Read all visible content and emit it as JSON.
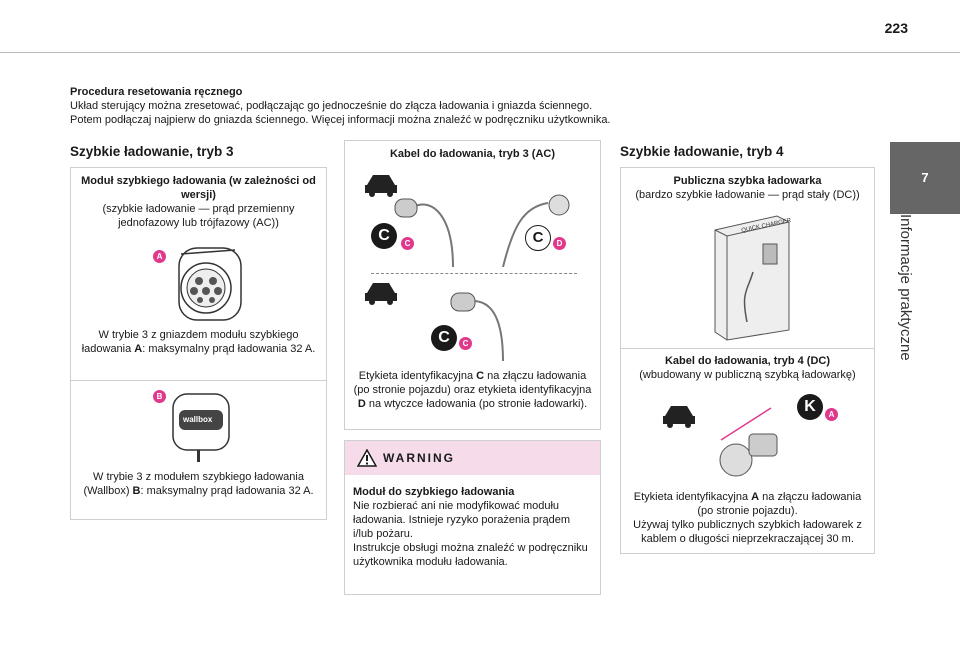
{
  "page_number": "223",
  "chapter": {
    "number": "7",
    "title": "Informacje praktyczne"
  },
  "intro": {
    "heading": "Procedura resetowania ręcznego",
    "line1": "Układ sterujący można zresetować, podłączając go jednocześnie do złącza ładowania i gniazda ściennego.",
    "line2": "Potem podłączaj najpierw do gniazda ściennego. Więcej informacji można znaleźć w podręczniku użytkownika."
  },
  "mode3": {
    "heading": "Szybkie ładowanie, tryb 3",
    "module_title": "Moduł szybkiego ładowania (w zależności od wersji)",
    "module_sub": "(szybkie ładowanie — prąd przemienny jednofazowy lub trójfazowy (AC))",
    "socket_pin": "A",
    "socket_text_a": "W trybie 3 z gniazdem modułu szybkiego ładowania ",
    "socket_label": "A",
    "socket_text_b": ": maksymalny prąd ładowania 32 A.",
    "wallbox_pin": "B",
    "wallbox_brand": "wallbox",
    "wallbox_text_a": "W trybie 3 z modułem szybkiego ładowania (Wallbox) ",
    "wallbox_label": "B",
    "wallbox_text_b": ": maksymalny prąd ładowania 32 A."
  },
  "cable3": {
    "title": "Kabel do ładowania, tryb 3 (AC)",
    "badge_c": "C",
    "badge_d_letter": "C",
    "pin_c": "C",
    "pin_d": "D",
    "text_a": "Etykieta identyfikacyjna ",
    "label_c": "C",
    "text_b": " na złączu ładowania (po stronie pojazdu) oraz etykieta identyfikacyjna ",
    "label_d": "D",
    "text_c": " na wtyczce ładowania (po stronie ładowarki)."
  },
  "warning": {
    "title": "WARNING",
    "subtitle": "Moduł do szybkiego ładowania",
    "body": "Nie rozbierać ani nie modyfikować modułu ładowania. Istnieje ryzyko porażenia prądem i/lub pożaru.",
    "body2": "Instrukcje obsługi można znaleźć w podręczniku użytkownika modułu ładowania."
  },
  "mode4": {
    "heading": "Szybkie ładowanie, tryb 4",
    "station_title": "Publiczna szybka ładowarka",
    "station_sub": "(bardzo szybkie ładowanie — prąd stały (DC))",
    "station_label": "QUICK CHARGER",
    "cable_title": "Kabel do ładowania, tryb 4 (DC)",
    "cable_sub": "(wbudowany w publiczną szybką ładowarkę)",
    "badge_k": "K",
    "pin_a": "A",
    "text_a": "Etykieta identyfikacyjna ",
    "label_a": "A",
    "text_b": " na złączu ładowania (po stronie pojazdu).",
    "text_c": "Używaj tylko publicznych szybkich ładowarek z kablem o długości nieprzekraczającej 30 m."
  }
}
